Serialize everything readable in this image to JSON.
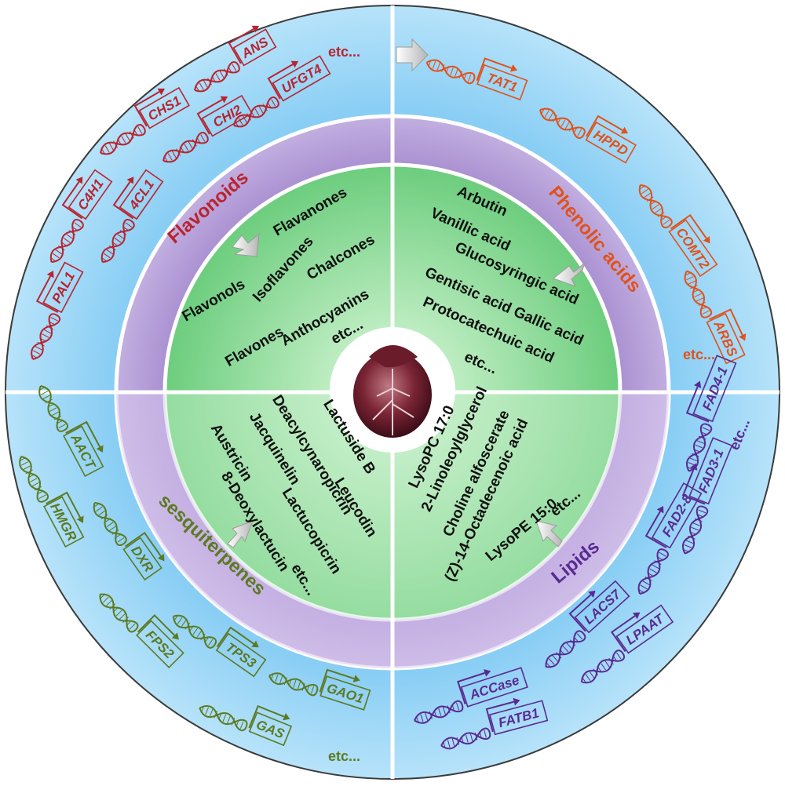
{
  "center": {
    "image": "red-chicory-head"
  },
  "quadrants": {
    "flavonoids": {
      "class_label": "Flavonoids",
      "color": "#b8242f",
      "metabolites": [
        "Flavanones",
        "Flavonols",
        "Isoflavones",
        "Chalcones",
        "Flavones",
        "Anthocyanins",
        "etc..."
      ],
      "genes": [
        "ANS",
        "UFGT4",
        "CHS1",
        "CHI2",
        "C4H1",
        "4CL1",
        "PAL1"
      ],
      "gene_etc": "etc..."
    },
    "phenolic_acids": {
      "class_label": "Phenolic acids",
      "color": "#e0521c",
      "metabolites": [
        "Arbutin",
        "Vanillic acid",
        "Glucosyringic acid",
        "Gentisic acid  Gallic acid",
        "Protocatechuic acid",
        "etc..."
      ],
      "genes": [
        "TAT1",
        "HPPD",
        "COMT2",
        "ARBS"
      ],
      "gene_etc": "etc..."
    },
    "sesquiterpenes": {
      "class_label": "sesquiterpenes",
      "color": "#5c7a22",
      "metabolites": [
        "Lactuside B",
        "Deacylcynaropicrin",
        "Jacquinelin",
        "Austricin",
        "8-Deoxylactucin",
        "Lactucopicrin",
        "Leucodin",
        "etc..."
      ],
      "genes": [
        "AACT",
        "HMGR",
        "DXR",
        "FPS2",
        "TPS3",
        "GAO1",
        "GAS"
      ],
      "gene_etc": "etc..."
    },
    "lipids": {
      "class_label": "Lipids",
      "color": "#5a2a92",
      "metabolites": [
        "LysoPC 17:0",
        "2-Linoleoylglycerol",
        "Choline alfoscerate",
        "(Z)-14-Octadecenoic acid",
        "LysoPE 15:0",
        "etc..."
      ],
      "genes": [
        "FAD4-1",
        "FAD3-1",
        "FAD2-8",
        "LACS7",
        "LPAAT",
        "ACCase",
        "FATB1"
      ],
      "gene_etc": "etc..."
    }
  },
  "colors": {
    "outer_ring": "#8fd0f4",
    "middle_ring": "#a98ad0",
    "inner_disc": "#8fd79a",
    "divider": "#ffffff"
  }
}
